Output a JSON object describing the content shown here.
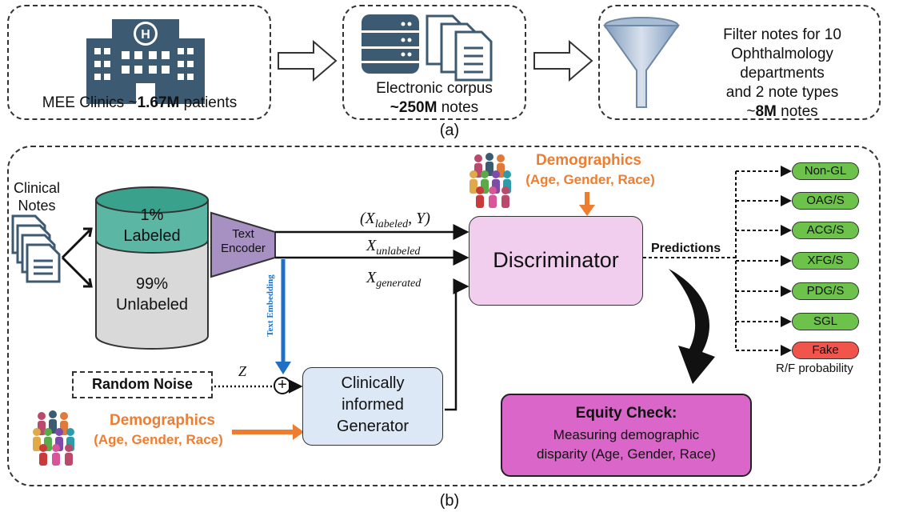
{
  "panel_a": {
    "caption": "(a)",
    "box1": {
      "prefix": "MEE Clinics ~",
      "bold": "1.67M",
      "suffix": " patients"
    },
    "box2": {
      "line1": "Electronic corpus",
      "bold": "~250M",
      "suffix": " notes"
    },
    "box3": {
      "line1": "Filter notes for 10",
      "line2": "Ophthalmology departments",
      "line3": "and 2 note types",
      "bold": "8M",
      "prefix": "~",
      "suffix": " notes"
    }
  },
  "panel_b": {
    "caption": "(b)",
    "clinical_notes": [
      "Clinical",
      "Notes"
    ],
    "labeled": {
      "pct": "1%",
      "label": "Labeled"
    },
    "unlabeled": {
      "pct": "99%",
      "label": "Unlabeled"
    },
    "encoder": [
      "Text",
      "Encoder"
    ],
    "text_embedding": "Text Embedding",
    "random_noise": "Random Noise",
    "z": "Z",
    "plus": "+",
    "generator": [
      "Clinically",
      "informed",
      "Generator"
    ],
    "demographics_title": "Demographics",
    "demographics_sub": "(Age, Gender, Race)",
    "x_labeled": "(X",
    "x_labeled_sub": "labeled",
    "x_labeled_tail": ", Y)",
    "x_unlabeled": "X",
    "x_unlabeled_sub": "unlabeled",
    "x_generated": "X",
    "x_generated_sub": "generated",
    "discriminator": "Discriminator",
    "predictions": "Predictions",
    "classes": [
      "Non-GL",
      "OAG/S",
      "ACG/S",
      "XFG/S",
      "PDG/S",
      "SGL",
      "Fake"
    ],
    "rf_probability": "R/F probability",
    "equity": {
      "title": "Equity Check:",
      "line1": "Measuring demographic",
      "line2": "disparity (Age, Gender, Race)"
    }
  },
  "colors": {
    "accent_orange": "#ED7D31",
    "arrow_blue": "#1F6FC4",
    "discriminator_fill": "#F2CEEE",
    "generator_fill": "#DCE8F6",
    "equity_fill": "#D966C8",
    "class_green": "#6CC24A",
    "class_red": "#F0544A",
    "encoder_fill": "#A691C2",
    "db_teal": "#5BB7A4",
    "db_gray": "#D9D9D9",
    "icon_slate": "#3D5A73"
  }
}
